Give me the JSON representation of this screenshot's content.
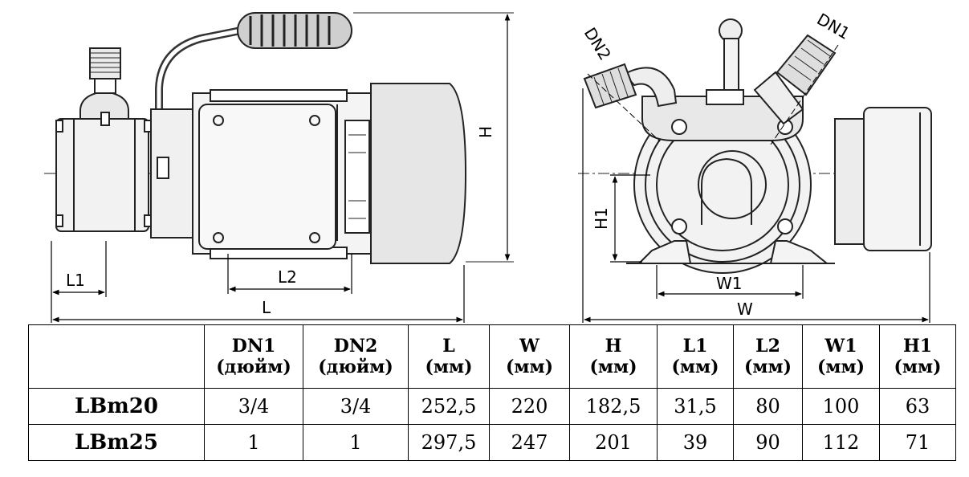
{
  "drawing": {
    "side_view": {
      "labels": {
        "L1": "L1",
        "L2": "L2",
        "L": "L",
        "H": "H"
      }
    },
    "front_view": {
      "labels": {
        "DN1": "DN1",
        "DN2": "DN2",
        "H1": "H1",
        "W1": "W1",
        "W": "W"
      }
    }
  },
  "table": {
    "headers": [
      {
        "name": "DN1",
        "unit": "(дюйм)"
      },
      {
        "name": "DN2",
        "unit": "(дюйм)"
      },
      {
        "name": "L",
        "unit": "(мм)"
      },
      {
        "name": "W",
        "unit": "(мм)"
      },
      {
        "name": "H",
        "unit": "(мм)"
      },
      {
        "name": "L1",
        "unit": "(мм)"
      },
      {
        "name": "L2",
        "unit": "(мм)"
      },
      {
        "name": "W1",
        "unit": "(мм)"
      },
      {
        "name": "H1",
        "unit": "(мм)"
      }
    ],
    "rows": [
      {
        "model": "LBm20",
        "cells": [
          "3/4",
          "3/4",
          "252,5",
          "220",
          "182,5",
          "31,5",
          "80",
          "100",
          "63"
        ]
      },
      {
        "model": "LBm25",
        "cells": [
          "1",
          "1",
          "297,5",
          "247",
          "201",
          "39",
          "90",
          "112",
          "71"
        ]
      }
    ]
  }
}
